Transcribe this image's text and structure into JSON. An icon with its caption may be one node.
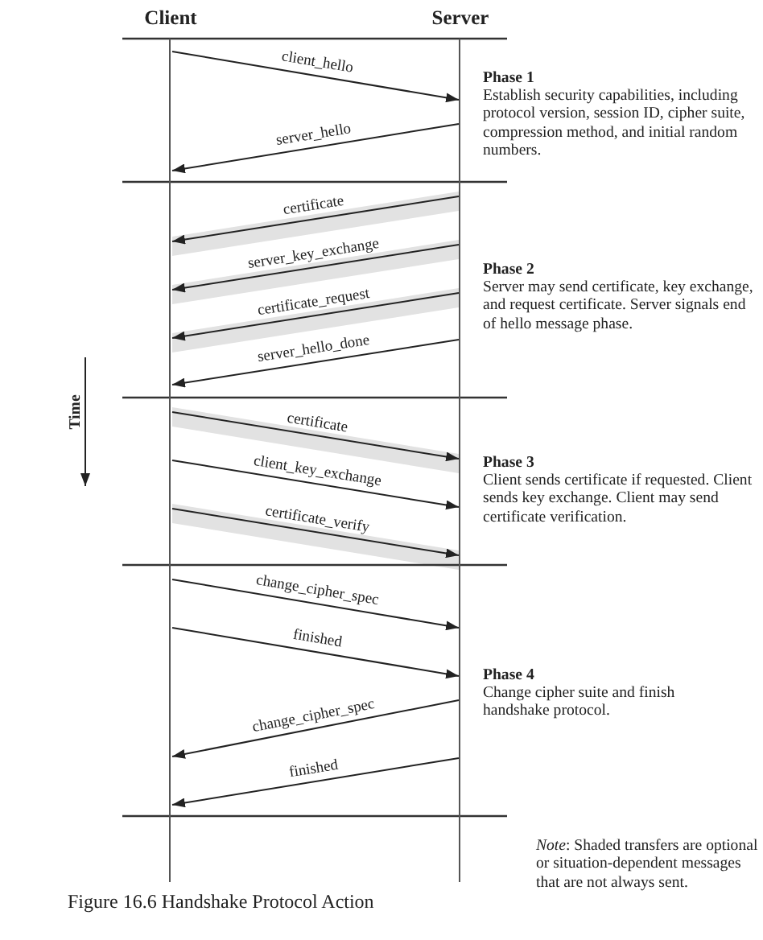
{
  "diagram": {
    "caption": "Figure 16.6 Handshake Protocol Action",
    "nodes": [
      {
        "text": [
          "Client"
        ]
      },
      {
        "text": [
          "Server"
        ]
      }
    ],
    "edges": [
      {
        "from": 0,
        "to": 1,
        "arrow": "to",
        "label": "client_hello"
      },
      {
        "from": 1,
        "to": 0,
        "arrow": "to",
        "label": "server_hello"
      },
      {
        "from": 1,
        "to": 0,
        "arrow": "to",
        "label": "certificate"
      },
      {
        "from": 1,
        "to": 0,
        "arrow": "to",
        "label": "server_key_exchange"
      },
      {
        "from": 1,
        "to": 0,
        "arrow": "to",
        "label": "certificate_request"
      },
      {
        "from": 1,
        "to": 0,
        "arrow": "to",
        "label": "server_hello_done"
      },
      {
        "from": 0,
        "to": 1,
        "arrow": "to",
        "label": "certificate"
      },
      {
        "from": 0,
        "to": 1,
        "arrow": "to",
        "label": "client_key_exchange"
      },
      {
        "from": 0,
        "to": 1,
        "arrow": "to",
        "label": "certificate_verify"
      },
      {
        "from": 0,
        "to": 1,
        "arrow": "to",
        "label": "change_cipher_spec"
      },
      {
        "from": 0,
        "to": 1,
        "arrow": "to",
        "label": "finished"
      },
      {
        "from": 1,
        "to": 0,
        "arrow": "to",
        "label": "change_cipher_spec"
      },
      {
        "from": 1,
        "to": 0,
        "arrow": "to",
        "label": "finished"
      }
    ],
    "labels": [
      "Phase 1",
      "Establish security capabilities, including protocol version, session ID, cipher suite, compression method, and initial random numbers.",
      "Phase 2",
      "Server may send certificate, key exchange, and request certificate. Server signals end of hello message phase.",
      "Phase 3",
      "Client sends certificate if requested. Client sends key exchange. Client may send certificate verification.",
      "Phase 4",
      "Change cipher suite and finish handshake protocol.",
      "Time",
      "*Note*: Shaded transfers are optional or situation-dependent messages that are not always sent."
    ]
  }
}
